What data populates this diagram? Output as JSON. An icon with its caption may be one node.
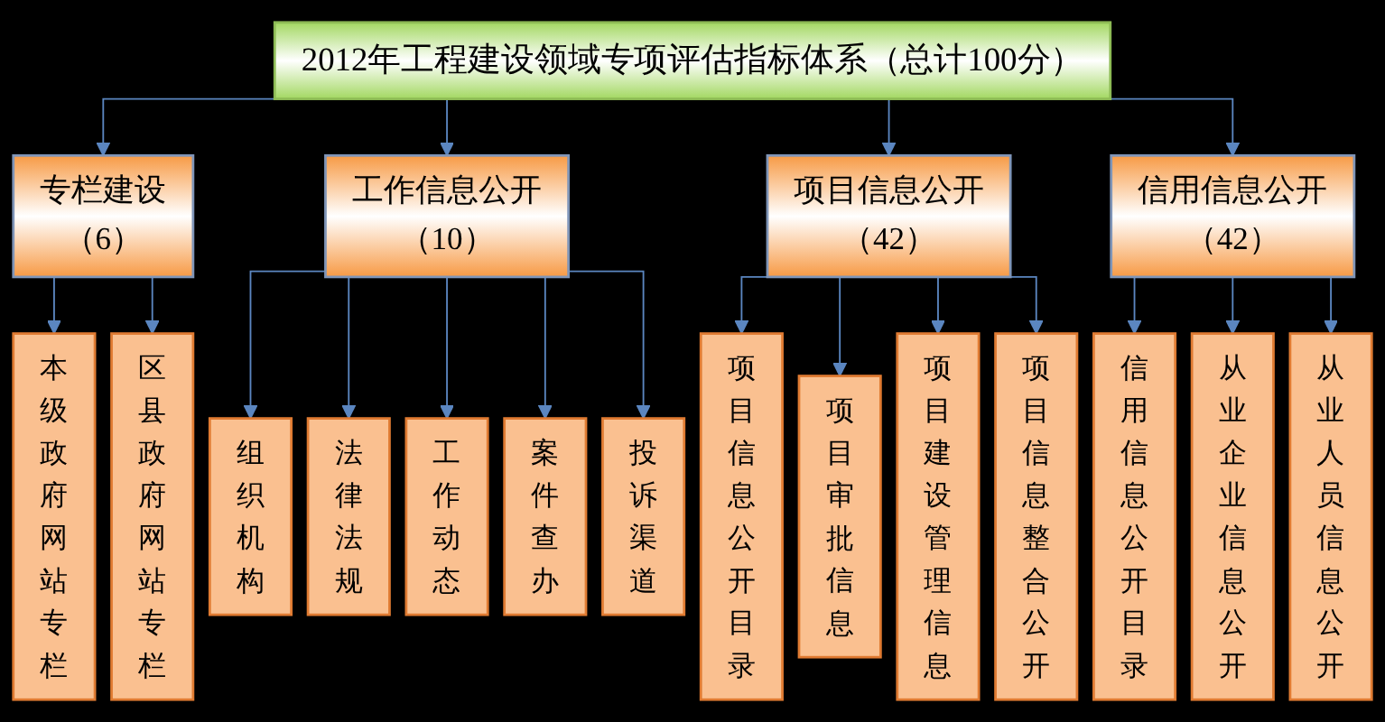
{
  "diagram": {
    "nodes": [
      {
        "text": [
          "2012年工程建设领域专项评估指标体系（总计100分）"
        ]
      },
      {
        "text": [
          "专栏建设",
          "（6）"
        ]
      },
      {
        "text": [
          "工作信息公开",
          "（10）"
        ]
      },
      {
        "text": [
          "项目信息公开",
          "（42）"
        ]
      },
      {
        "text": [
          "信用信息公开",
          "（42）"
        ]
      },
      {
        "text": [
          "本级政府网站专栏"
        ]
      },
      {
        "text": [
          "区县政府网站专栏"
        ]
      },
      {
        "text": [
          "组织机构"
        ]
      },
      {
        "text": [
          "法律法规"
        ]
      },
      {
        "text": [
          "工作动态"
        ]
      },
      {
        "text": [
          "案件查办"
        ]
      },
      {
        "text": [
          "投诉渠道"
        ]
      },
      {
        "text": [
          "项目信息公开目录"
        ]
      },
      {
        "text": [
          "项目审批信息"
        ]
      },
      {
        "text": [
          "项目建设管理信息"
        ]
      },
      {
        "text": [
          "项目信息整合公开"
        ]
      },
      {
        "text": [
          "信用信息公开目录"
        ]
      },
      {
        "text": [
          "从业企业信息公开"
        ]
      },
      {
        "text": [
          "从业人员信息公开"
        ]
      }
    ],
    "edges": [
      {
        "from": 0,
        "to": 1,
        "arrow": "to"
      },
      {
        "from": 0,
        "to": 2,
        "arrow": "to"
      },
      {
        "from": 0,
        "to": 3,
        "arrow": "to"
      },
      {
        "from": 0,
        "to": 4,
        "arrow": "to"
      },
      {
        "from": 1,
        "to": 5,
        "arrow": "to"
      },
      {
        "from": 1,
        "to": 6,
        "arrow": "to"
      },
      {
        "from": 2,
        "to": 7,
        "arrow": "to"
      },
      {
        "from": 2,
        "to": 8,
        "arrow": "to"
      },
      {
        "from": 2,
        "to": 9,
        "arrow": "to"
      },
      {
        "from": 2,
        "to": 10,
        "arrow": "to"
      },
      {
        "from": 2,
        "to": 11,
        "arrow": "to"
      },
      {
        "from": 3,
        "to": 12,
        "arrow": "to"
      },
      {
        "from": 3,
        "to": 13,
        "arrow": "to"
      },
      {
        "from": 3,
        "to": 14,
        "arrow": "to"
      },
      {
        "from": 3,
        "to": 15,
        "arrow": "to"
      },
      {
        "from": 4,
        "to": 16,
        "arrow": "to"
      },
      {
        "from": 4,
        "to": 17,
        "arrow": "to"
      },
      {
        "from": 4,
        "to": 18,
        "arrow": "to"
      }
    ]
  }
}
